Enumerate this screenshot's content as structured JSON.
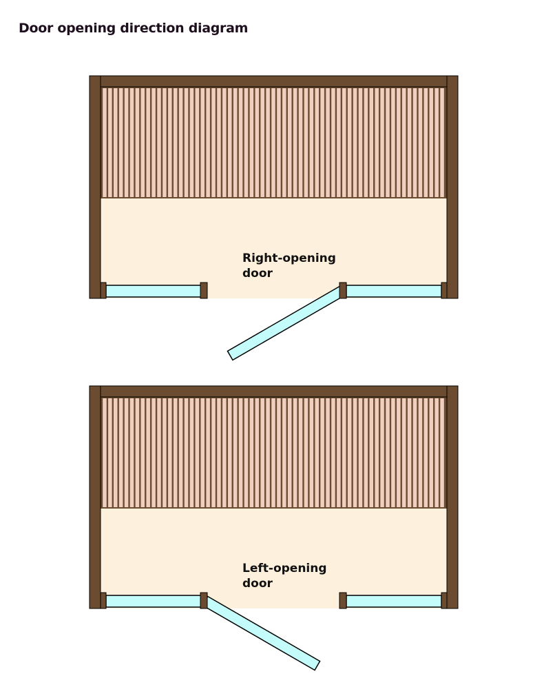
{
  "title": "Door opening direction diagram",
  "colors": {
    "wood": "#6b4c30",
    "floor": "#fdf0dc",
    "slat": "#f0cfc0",
    "glass": "#c4fbfb",
    "outline": "#000000"
  },
  "panels": [
    {
      "id": "right",
      "label_line1": "Right-opening",
      "label_line2": "door",
      "open_side": "right",
      "open_angle_deg": 30
    },
    {
      "id": "left",
      "label_line1": "Left-opening",
      "label_line2": "door",
      "open_side": "left",
      "open_angle_deg": 30
    }
  ]
}
